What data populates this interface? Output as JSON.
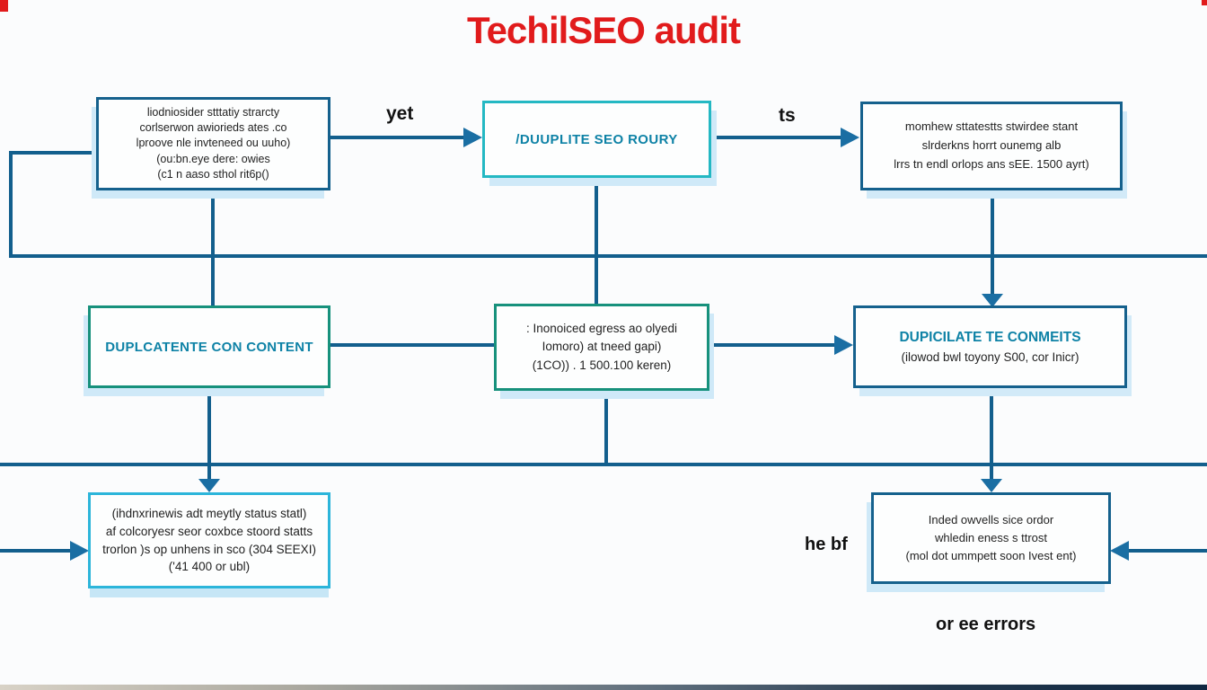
{
  "page": {
    "title": "TechilSEO audit"
  },
  "diagram": {
    "nodes": [
      {
        "id": "top-left",
        "lines": [
          "liodniosider stttatiy strarcty",
          "corlserwon awiorieds ates .co",
          "lproove nle invteneed ou uuho)",
          "(ou:bn.eye dere: owies",
          "(c1 n aaso sthol rit6p()"
        ]
      },
      {
        "id": "top-center",
        "lines": [
          "/DUUPLITE SEO ROURY"
        ]
      },
      {
        "id": "top-right",
        "lines": [
          "momhew sttatestts stwirdee stant",
          "slrderkns horrt ounemg alb",
          "lrrs tn endl orlops ans sEE. 1500 ayrt)"
        ]
      },
      {
        "id": "mid-left",
        "lines": [
          "DUPLCATENTE CON CONTENT"
        ]
      },
      {
        "id": "mid-center",
        "lines": [
          ": Inonoiced egress ao olyedi",
          "Iomoro) at tneed gapi)",
          "(1CO)) . 1 500.100 keren)"
        ]
      },
      {
        "id": "mid-right",
        "heading": "DUPICILATE TE CONMEITS",
        "lines": [
          "(ilowod bwl toyony S00, cor Inicr)"
        ]
      },
      {
        "id": "bottom-left",
        "lines": [
          "(ihdnxrinewis adt meytly status statl)",
          "af colcoryesr seor coxbce stoord statts",
          "trorlon )s op unhens in sco (304 SEEXI)",
          "('41 400 or ubl)"
        ]
      },
      {
        "id": "bottom-right",
        "lines": [
          "Inded owvells sice ordor",
          "whledin eness s ttrost",
          "(mol dot ummpett soon Ivest ent)"
        ]
      }
    ],
    "edge_labels": {
      "yet": "yet",
      "ts": "ts",
      "he_bf": "he bf",
      "or_ee_errors": "or ee errors"
    }
  },
  "appearance": {
    "title_color": "#e11b1c",
    "line_color": "#135f8d",
    "border_dark_blue": "#15618d",
    "border_cyan": "#24b8c3",
    "border_green_teal": "#17917c",
    "border_sky_blue": "#2cb5da",
    "heading_teal": "#0e82a6",
    "shadow_blue": "#cfe9f8"
  }
}
